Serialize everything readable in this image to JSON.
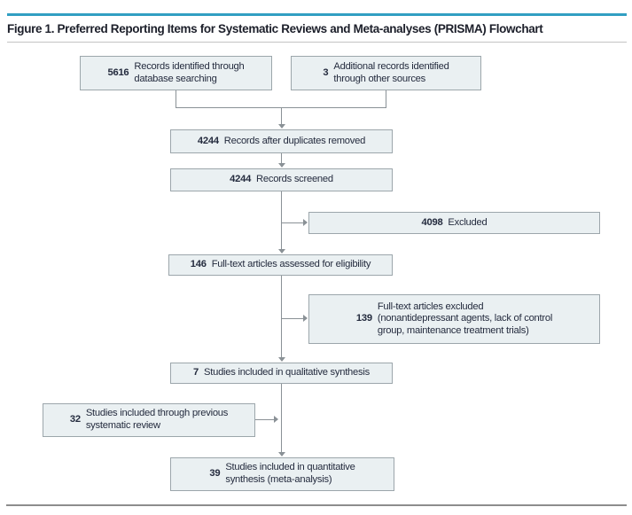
{
  "figure": {
    "title": "Figure 1. Preferred Reporting Items for Systematic Reviews and Meta-analyses (PRISMA) Flowchart"
  },
  "colors": {
    "accent_teal": "#319fc2",
    "box_fill": "#eaf0f2",
    "box_border": "#9ca6ab",
    "text": "#242b3e",
    "connector_gray": "#8a9196",
    "title_rule": "#c3c3c3",
    "bottom_rule": "#8d8d8d"
  },
  "flowchart": {
    "boxes": {
      "records_identified": {
        "num": "5616",
        "text": "Records identified through\ndatabase searching"
      },
      "additional_records": {
        "num": "3",
        "text": "Additional records identified\nthrough other sources"
      },
      "after_duplicates": {
        "num": "4244",
        "text": "Records after duplicates removed"
      },
      "records_screened": {
        "num": "4244",
        "text": "Records screened"
      },
      "excluded": {
        "num": "4098",
        "text": "Excluded"
      },
      "fulltext_assessed": {
        "num": "146",
        "text": "Full-text articles assessed for eligibility"
      },
      "fulltext_excluded": {
        "num": "139",
        "text": "Full-text articles excluded\n(nonantidepressant agents, lack of control\ngroup, maintenance treatment trials)"
      },
      "qualitative_synthesis": {
        "num": "7",
        "text": "Studies included in qualitative synthesis"
      },
      "previous_review": {
        "num": "32",
        "text": "Studies included through previous\nsystematic review"
      },
      "quantitative_synthesis": {
        "num": "39",
        "text": "Studies included in quantitative\nsynthesis (meta-analysis)"
      }
    }
  }
}
